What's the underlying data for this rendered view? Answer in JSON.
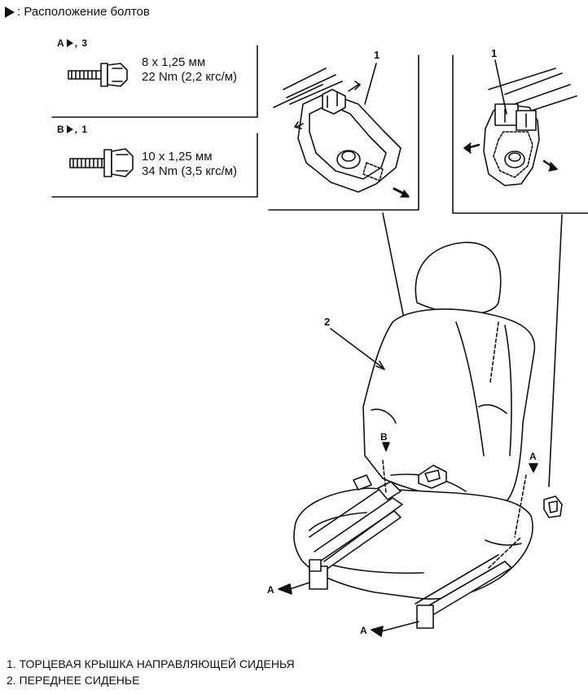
{
  "legend": {
    "text": ": Расположение болтов"
  },
  "bolts": [
    {
      "tag": "A",
      "tag_suffix": ", 3",
      "size": "8 x 1,25 мм",
      "torque": "22 Nm (2,2 кгс/м)"
    },
    {
      "tag": "B",
      "tag_suffix": ", 1",
      "size": "10 x 1,25 мм",
      "torque": "34 Nm (3,5 кгс/м)"
    }
  ],
  "callouts": {
    "one_left": "1",
    "one_right": "1",
    "two": "2"
  },
  "points": {
    "b": "B",
    "a_right": "A",
    "a_left": "A",
    "a_bottom": "A"
  },
  "footer": [
    "1.  ТОРЦЕВАЯ КРЫШКА НАПРАВЛЯЮЩЕЙ СИДЕНЬЯ",
    "2.  ПЕРЕДНЕЕ СИДЕНЬЕ"
  ]
}
